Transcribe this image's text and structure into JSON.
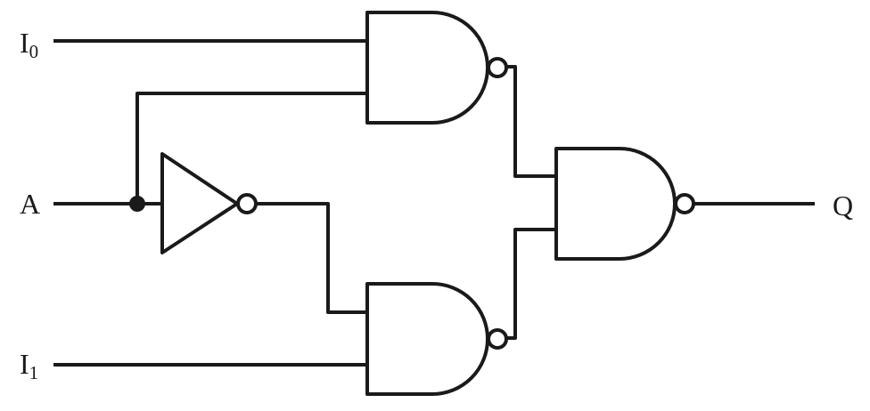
{
  "diagram": {
    "inputs": {
      "i0": {
        "main": "I",
        "sub": "0"
      },
      "a": {
        "main": "A"
      },
      "i1": {
        "main": "I",
        "sub": "1"
      }
    },
    "output": {
      "q": "Q"
    }
  },
  "colors": {
    "stroke": "#1a1a1a",
    "background": "#ffffff"
  }
}
